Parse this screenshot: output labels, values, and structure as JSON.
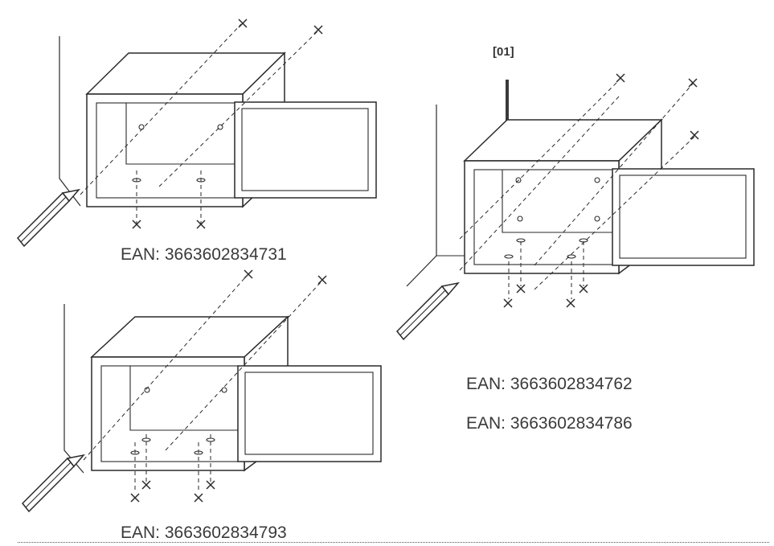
{
  "ean_labels": {
    "top_left": "EAN: 3663602834731",
    "right_first": "EAN: 3663602834762",
    "right_second": "EAN: 3663602834786",
    "bottom_left": "EAN: 3663602834793"
  },
  "reference_marker": "[01]",
  "colors": {
    "line": "#2a2a2a",
    "text": "#3a3a3a",
    "background": "#ffffff"
  },
  "icons": [
    "pencil-icon",
    "drill-mark-icon",
    "screw-hole-icon"
  ]
}
